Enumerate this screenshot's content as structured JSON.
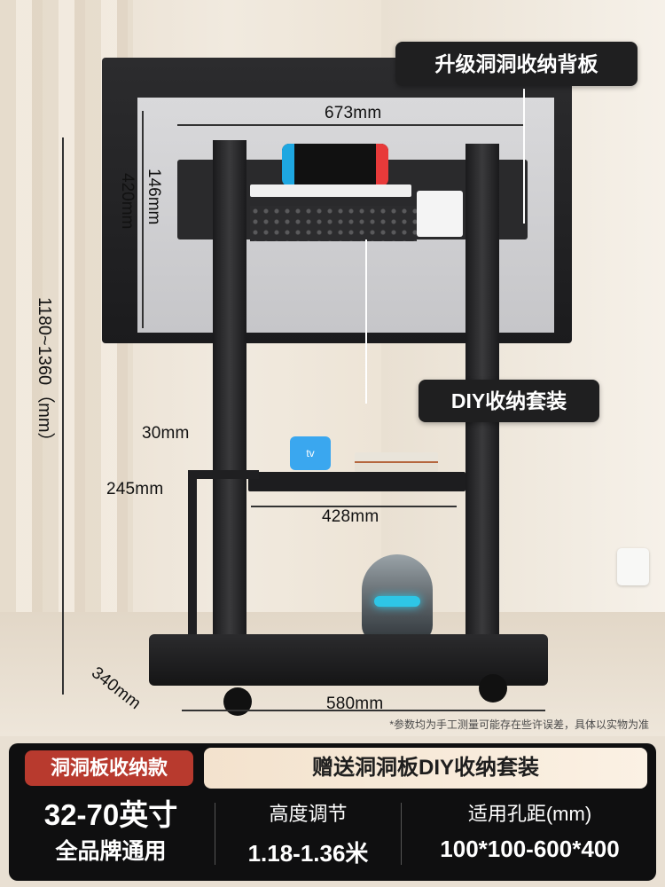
{
  "callouts": {
    "pegboard_backplate": "升级洞洞收纳背板",
    "diy_kit": "DIY收纳套装"
  },
  "dimensions": {
    "hole_width": "673mm",
    "hole_height_small": "146mm",
    "hole_height_large": "420mm",
    "total_height": "1180~1360（mm）",
    "post_width": "30mm",
    "shelf_depth": "245mm",
    "shelf_width": "428mm",
    "base_depth": "340mm",
    "base_width": "580mm"
  },
  "props": {
    "appletv_label": "tv"
  },
  "note": "*参数均为手工测量可能存在些许误差，具体以实物为准",
  "bottom": {
    "tag": "洞洞板收纳款",
    "banner": "赠送洞洞板DIY收纳套装",
    "size_range": "32-70英寸",
    "compat": "全品牌通用",
    "specs": [
      {
        "label": "高度调节",
        "value": "1.18-1.36米"
      },
      {
        "label": "适用孔距(mm)",
        "value": "100*100-600*400"
      }
    ]
  },
  "colors": {
    "accent_red": "#b83a2e",
    "panel_black": "#0f0f10",
    "banner_cream": "#f3e2cd"
  }
}
